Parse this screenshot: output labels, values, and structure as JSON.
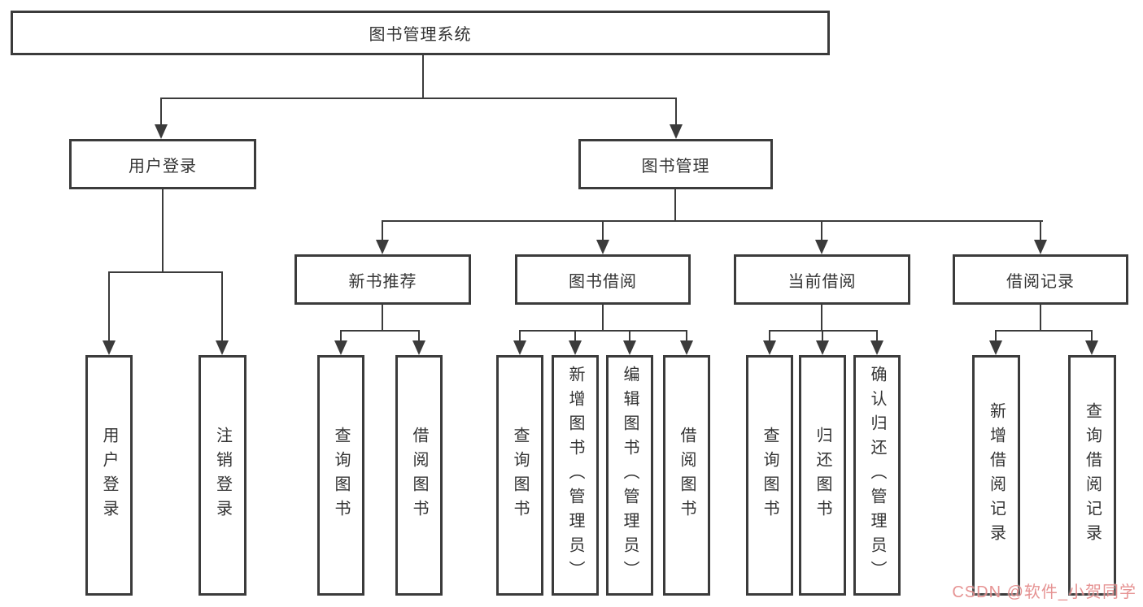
{
  "diagram": {
    "root": {
      "label": "图书管理系统"
    },
    "branches": [
      {
        "label": "用户登录",
        "children": [
          {
            "label": "用户登录"
          },
          {
            "label": "注销登录"
          }
        ]
      },
      {
        "label": "图书管理",
        "children": [
          {
            "label": "新书推荐",
            "children": [
              {
                "label": "查询图书"
              },
              {
                "label": "借阅图书"
              }
            ]
          },
          {
            "label": "图书借阅",
            "children": [
              {
                "label": "查询图书"
              },
              {
                "label": "新增图书（管理员）"
              },
              {
                "label": "编辑图书（管理员）"
              },
              {
                "label": "借阅图书"
              }
            ]
          },
          {
            "label": "当前借阅",
            "children": [
              {
                "label": "查询图书"
              },
              {
                "label": "归还图书"
              },
              {
                "label": "确认归还（管理员）"
              }
            ]
          },
          {
            "label": "借阅记录",
            "children": [
              {
                "label": "新增借阅记录"
              },
              {
                "label": "查询借阅记录"
              }
            ]
          }
        ]
      }
    ]
  },
  "watermark": {
    "text": "CSDN @软件_小贺同学"
  },
  "colors": {
    "line": "#3b3b3b",
    "box_border": "#3b3b3b",
    "box_fill": "#ffffff",
    "text": "#333333",
    "background": "#ffffff",
    "watermark": "#e28080"
  }
}
